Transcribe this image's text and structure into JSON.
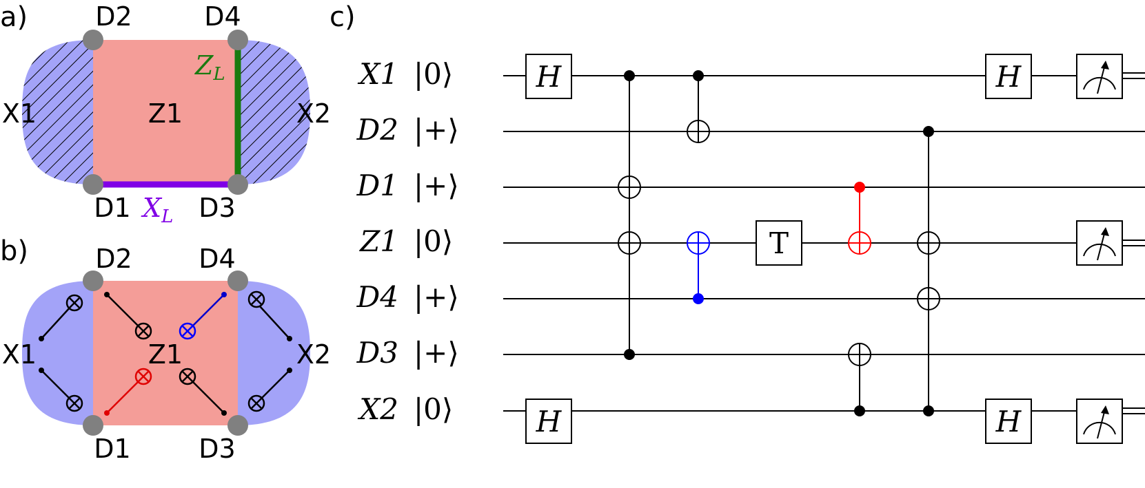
{
  "panel_labels": {
    "a": "a)",
    "b": "b)",
    "c": "c)"
  },
  "panel_a": {
    "qubits": {
      "d1": "D1",
      "d2": "D2",
      "d3": "D3",
      "d4": "D4"
    },
    "stabilizers": {
      "x1": "X1",
      "x2": "X2",
      "z1": "Z1"
    },
    "logical_z": {
      "base": "Z",
      "sub": "L"
    },
    "logical_x": {
      "base": "X",
      "sub": "L"
    },
    "colors": {
      "x_region": "#a3a3f8",
      "z_region": "#f49d98",
      "qubit": "#808080",
      "logical_z": "#1a7a10",
      "logical_x": "#8000e6"
    }
  },
  "panel_b": {
    "qubits": {
      "d1": "D1",
      "d2": "D2",
      "d3": "D3",
      "d4": "D4"
    },
    "stabilizers": {
      "x1": "X1",
      "x2": "X2",
      "z1": "Z1"
    },
    "colors": {
      "blue_gate": "#0000ff",
      "red_gate": "#e00000"
    }
  },
  "panel_c": {
    "rows": [
      {
        "label": "X1",
        "ket": "|0⟩"
      },
      {
        "label": "D2",
        "ket": "|+⟩"
      },
      {
        "label": "D1",
        "ket": "|+⟩"
      },
      {
        "label": "Z1",
        "ket": "|0⟩"
      },
      {
        "label": "D4",
        "ket": "|+⟩"
      },
      {
        "label": "D3",
        "ket": "|+⟩"
      },
      {
        "label": "X2",
        "ket": "|0⟩"
      }
    ],
    "gates": {
      "hadamard": "H",
      "t_gate": "T"
    },
    "colors": {
      "blue_cnot": "#0000ff",
      "red_cnot": "#ff0000"
    }
  }
}
